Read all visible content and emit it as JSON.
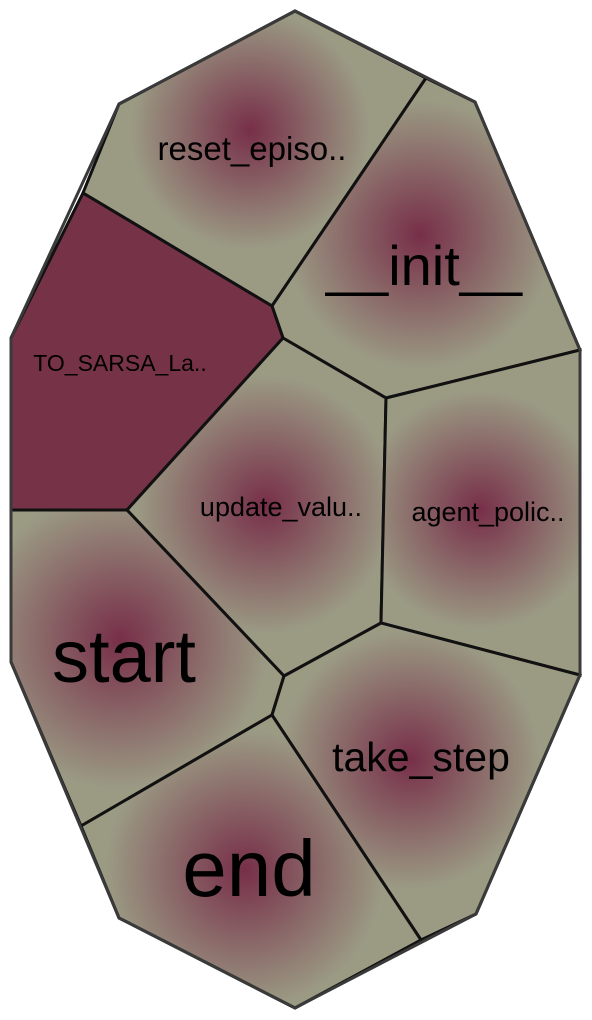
{
  "diagram": {
    "type": "voronoi-treemap",
    "colors": {
      "cell_base": "#9b9b84",
      "cell_center": "#772f49",
      "selected_fill": "#763247",
      "border": "#111111",
      "outer_border": "#3a3a3a"
    },
    "cells": [
      {
        "id": "reset_episode",
        "label": "reset_episo..",
        "selected": false
      },
      {
        "id": "init",
        "label": "__init__",
        "selected": false
      },
      {
        "id": "to_sarsa",
        "label": "TO_SARSA_La..",
        "selected": true
      },
      {
        "id": "update_value",
        "label": "update_valu..",
        "selected": false
      },
      {
        "id": "agent_policy",
        "label": "agent_polic..",
        "selected": false
      },
      {
        "id": "start",
        "label": "start",
        "selected": false
      },
      {
        "id": "take_step",
        "label": "take_step",
        "selected": false
      },
      {
        "id": "end",
        "label": "end",
        "selected": false
      }
    ]
  }
}
